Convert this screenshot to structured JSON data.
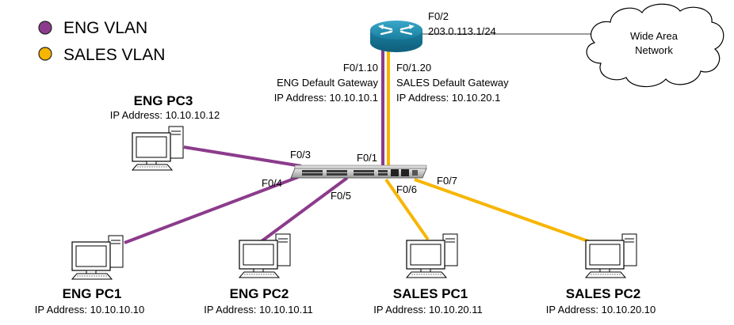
{
  "colors": {
    "eng": "#8c3b8c",
    "sales": "#f7b500",
    "wan_line": "#606060"
  },
  "legend": [
    {
      "label": "ENG VLAN",
      "color": "#8c3b8c"
    },
    {
      "label": "SALES VLAN",
      "color": "#f7b500"
    }
  ],
  "router": {
    "icon": "router-icon",
    "wan_port": "F0/2",
    "wan_ip": "203.0.113.1/24",
    "eng_sub": {
      "port": "F0/1.10",
      "role": "ENG Default Gateway",
      "ip": "IP Address: 10.10.10.1"
    },
    "sales_sub": {
      "port": "F0/1.20",
      "role": "SALES Default Gateway",
      "ip": "IP Address: 10.10.20.1"
    }
  },
  "cloud": {
    "icon": "cloud-icon",
    "line1": "Wide Area",
    "line2": "Network"
  },
  "switch": {
    "icon": "switch-icon",
    "ports": {
      "f01": "F0/1",
      "f03": "F0/3",
      "f04": "F0/4",
      "f05": "F0/5",
      "f06": "F0/6",
      "f07": "F0/7"
    }
  },
  "pcs": [
    {
      "id": "eng-pc3",
      "name": "ENG PC3",
      "ip": "IP Address: 10.10.10.12"
    },
    {
      "id": "eng-pc1",
      "name": "ENG PC1",
      "ip": "IP Address: 10.10.10.10"
    },
    {
      "id": "eng-pc2",
      "name": "ENG PC2",
      "ip": "IP Address: 10.10.10.11"
    },
    {
      "id": "sales-pc1",
      "name": "SALES PC1",
      "ip": "IP Address: 10.10.20.11"
    },
    {
      "id": "sales-pc2",
      "name": "SALES PC2",
      "ip": "IP Address: 10.10.20.10"
    }
  ]
}
